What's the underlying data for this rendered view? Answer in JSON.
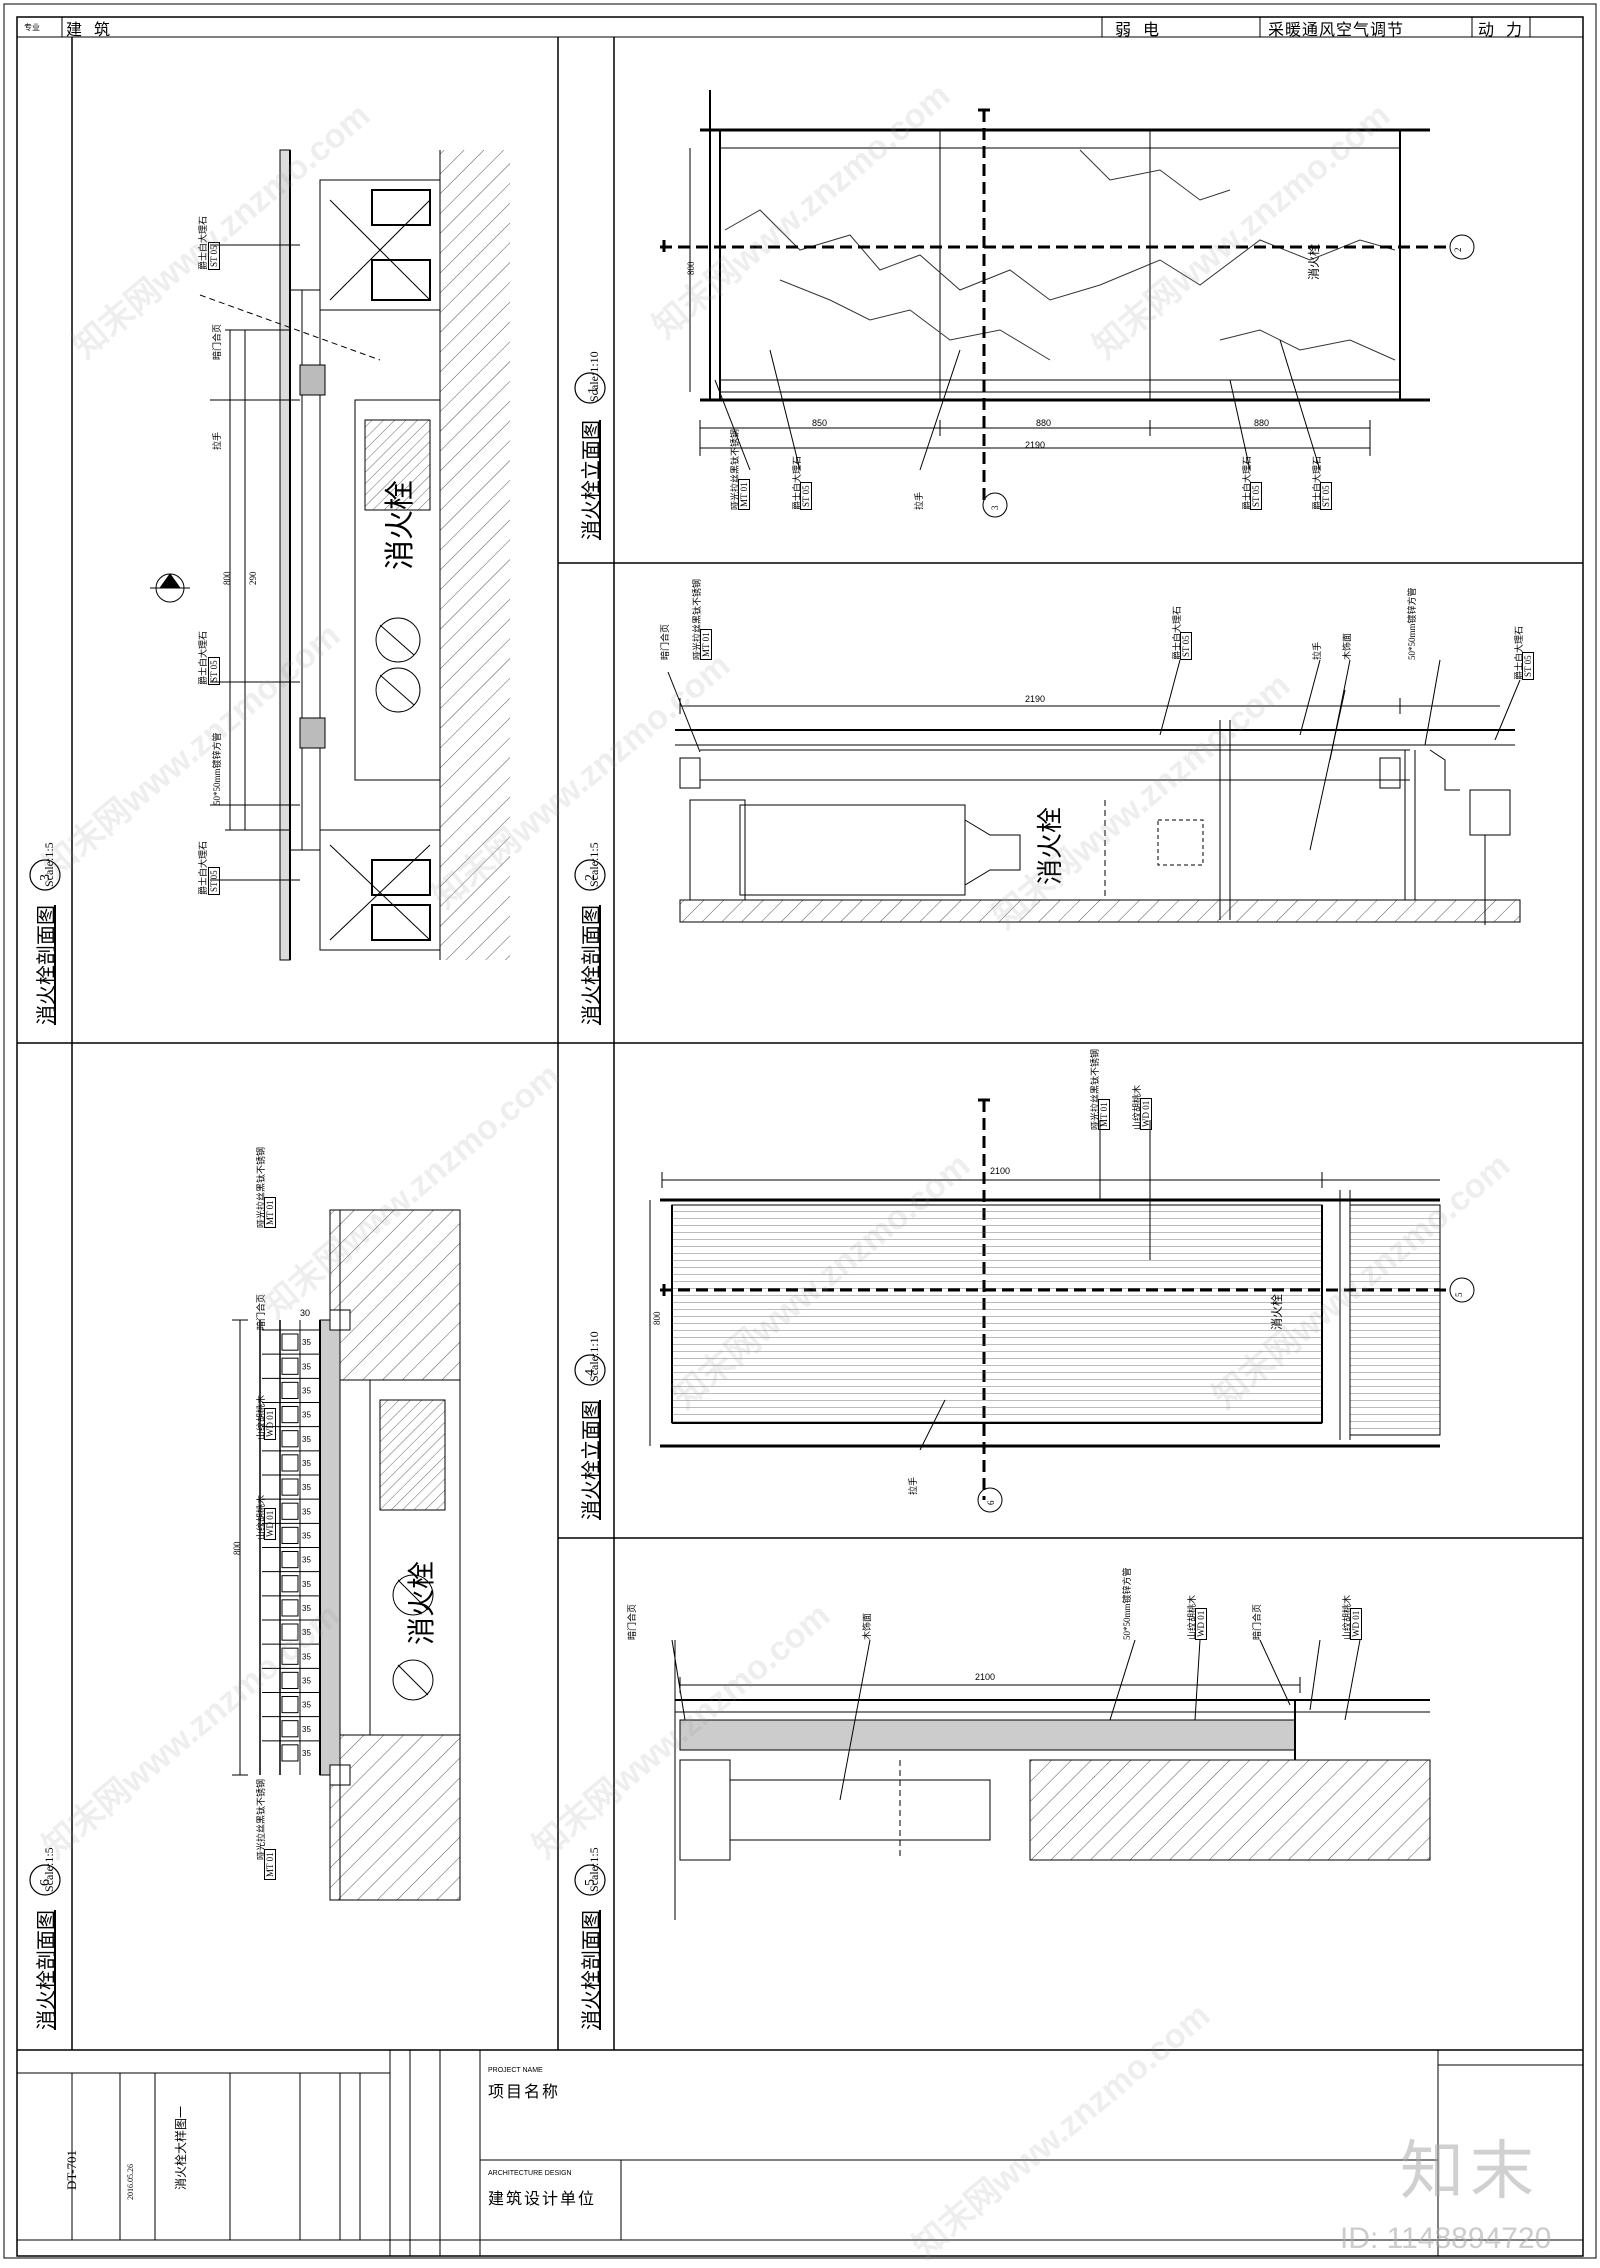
{
  "header": {
    "code": "专业",
    "architecture": "建 筑",
    "low_voltage": "弱 电",
    "hvac": "采暖通风空气调节",
    "power": "动 力"
  },
  "views": [
    {
      "num": "1",
      "title": "消火栓立面图",
      "scale": "Scale:1:10"
    },
    {
      "num": "2",
      "title": "消火栓剖面图",
      "scale": "Scale:1:5"
    },
    {
      "num": "3",
      "title": "消火栓剖面图",
      "scale": "Scale:1:5"
    },
    {
      "num": "4",
      "title": "消火栓立面图",
      "scale": "Scale:1:10"
    },
    {
      "num": "5",
      "title": "消火栓剖面图",
      "scale": "Scale:1:5"
    },
    {
      "num": "6",
      "title": "消火栓剖面图",
      "scale": "Scale:1:5"
    }
  ],
  "labels": {
    "hydrant": "消火栓",
    "callout_st": "ST 05",
    "callout_mt": "MT 01",
    "callout_wd": "WD 01",
    "stone": "爵士白大理石",
    "handle": "拉手",
    "hinge": "暗门合页",
    "mirror_steel": "哑光拉丝黑钛不锈钢",
    "frame": "50*50mm镀锌方管",
    "wood": "山纹胡桃木",
    "veneer": "木饰面",
    "dim_2190": "2190",
    "dim_2100": "2100",
    "dim_800": "800",
    "dim_850": "850",
    "dim_880": "880",
    "dim_290": "290",
    "dim_30": "30",
    "dim_35": "35",
    "marker_2": "2",
    "marker_3": "3",
    "marker_5": "5",
    "marker_6": "6"
  },
  "title_block": {
    "project_name_en": "PROJECT NAME",
    "project_name": "项目名称",
    "design_en": "ARCHITECTURE DESIGN",
    "design_unit": "建筑设计单位",
    "drawing_title": "消火栓大样图一",
    "drawing_no": "DT-701",
    "date": "2016.05.26"
  },
  "watermark": {
    "site": "知末网www.znzmo.com",
    "logo": "知末",
    "id": "ID: 1148894720"
  }
}
